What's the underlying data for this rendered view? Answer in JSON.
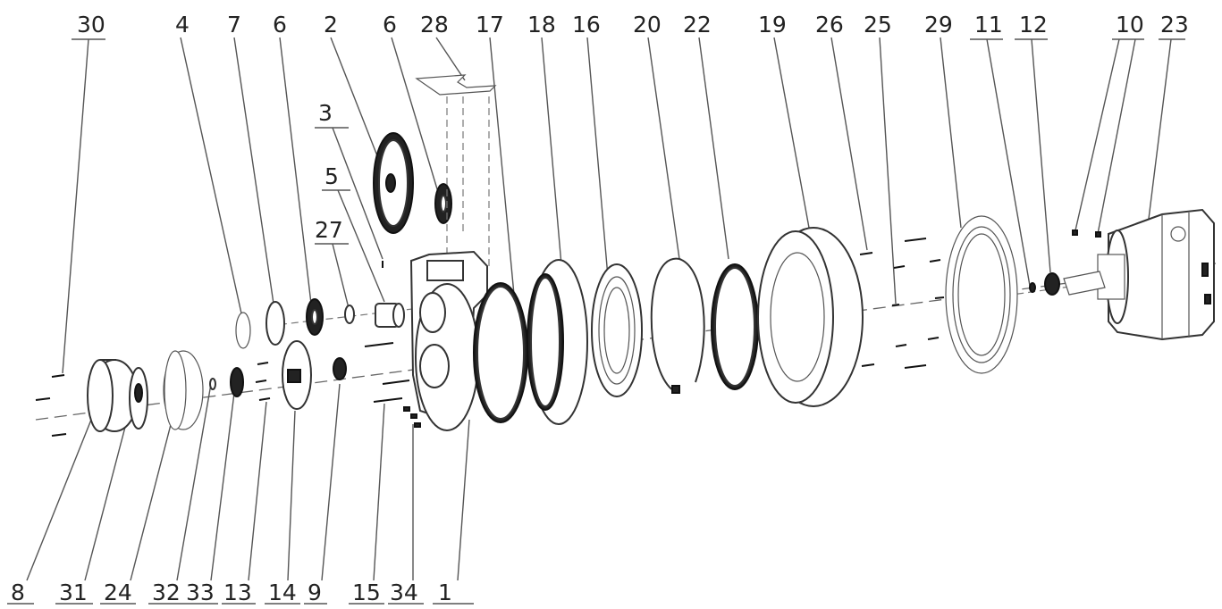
{
  "labels": {
    "l30": "30",
    "l4": "4",
    "l7": "7",
    "l6a": "6",
    "l2": "2",
    "l6b": "6",
    "l28": "28",
    "l17": "17",
    "l18": "18",
    "l16": "16",
    "l20": "20",
    "l22": "22",
    "l19": "19",
    "l26": "26",
    "l25": "25",
    "l29": "29",
    "l11": "11",
    "l12": "12",
    "l10": "10",
    "l23": "23",
    "l3": "3",
    "l5": "5",
    "l27": "27",
    "b8": "8",
    "b31": "31",
    "b24": "24",
    "b32": "32",
    "b33": "33",
    "b13": "13",
    "b14": "14",
    "b9": "9",
    "b15": "15",
    "b34": "34",
    "b1": "1"
  }
}
